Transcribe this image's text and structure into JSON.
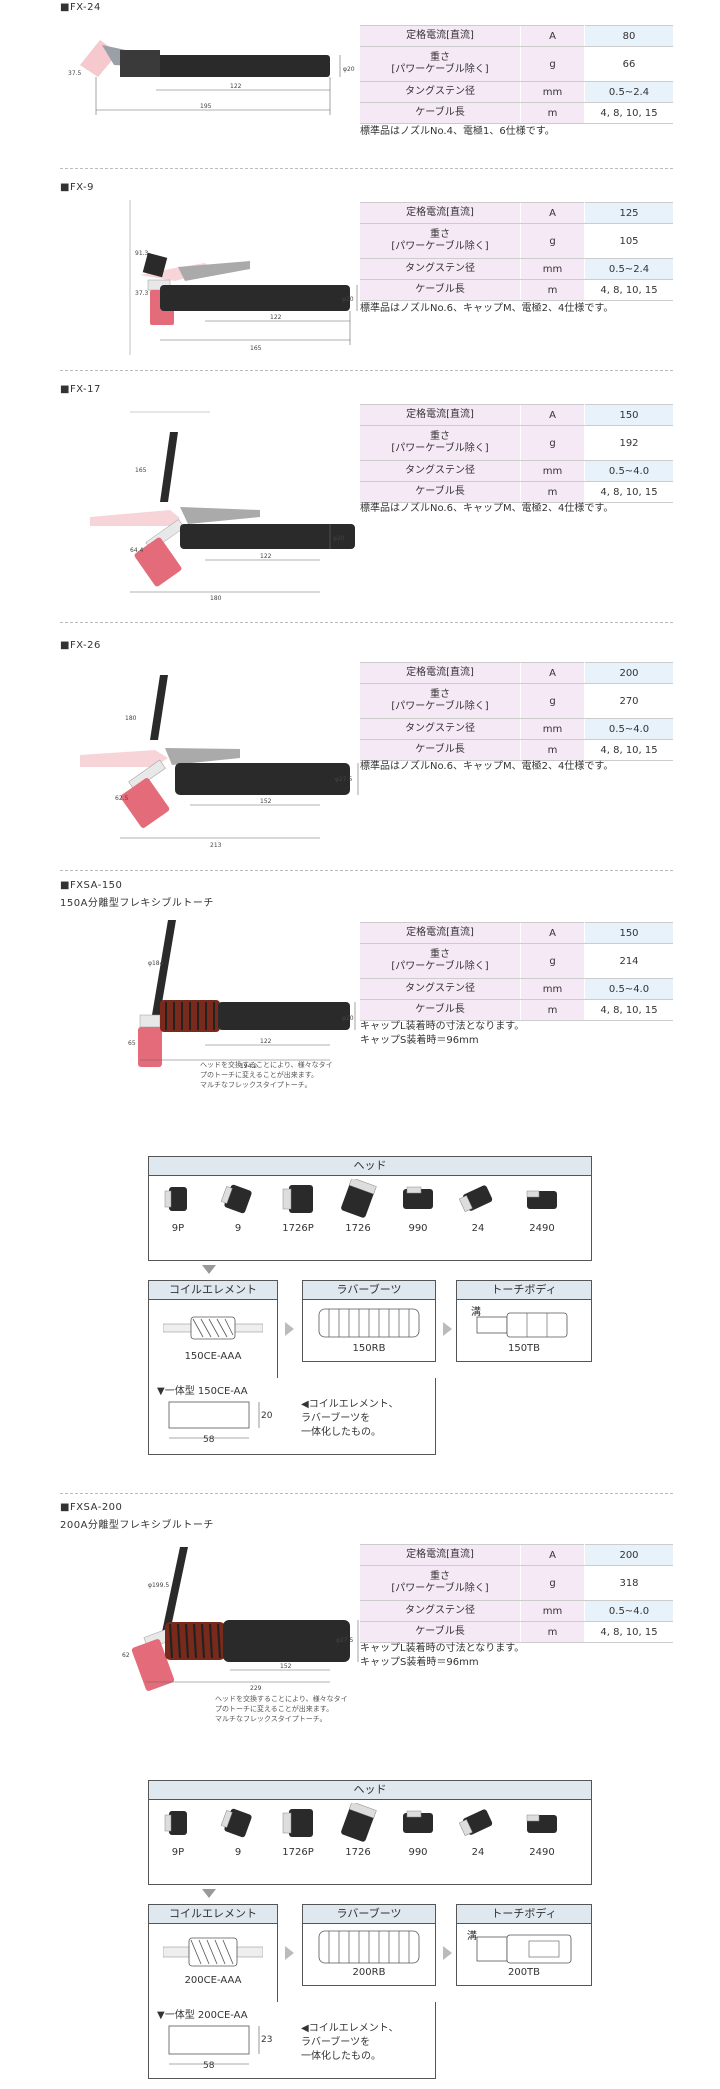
{
  "spec_labels": {
    "current": "定格電流[直流]",
    "weight": "重さ\n[パワーケーブル除く]",
    "tungsten": "タングステン径",
    "cable": "ケーブル長"
  },
  "units": {
    "current": "A",
    "weight": "g",
    "tungsten": "mm",
    "cable": "m"
  },
  "sections": [
    {
      "title": "■FX-24",
      "subtitle": "",
      "current": "80",
      "weight": "66",
      "tungsten": "0.5~2.4",
      "cable": "4, 8, 10, 15",
      "notes": [
        "標準品はノズルNo.4、電極1、6仕様です。"
      ],
      "dims": [
        "122",
        "195",
        "φ20",
        "37.5"
      ]
    },
    {
      "title": "■FX-9",
      "subtitle": "",
      "current": "125",
      "weight": "105",
      "tungsten": "0.5~2.4",
      "cable": "4, 8, 10, 15",
      "notes": [
        "標準品はノズルNo.6、キャップM、電極2、4仕様です。"
      ],
      "dims": [
        "122",
        "165",
        "φ20",
        "91.3",
        "37.3"
      ]
    },
    {
      "title": "■FX-17",
      "subtitle": "",
      "current": "150",
      "weight": "192",
      "tungsten": "0.5~4.0",
      "cable": "4, 8, 10, 15",
      "notes": [
        "標準品はノズルNo.6、キャップM、電極2、4仕様です。"
      ],
      "dims": [
        "122",
        "180",
        "φ20",
        "165",
        "64.4"
      ]
    },
    {
      "title": "■FX-26",
      "subtitle": "",
      "current": "200",
      "weight": "270",
      "tungsten": "0.5~4.0",
      "cable": "4, 8, 10, 15",
      "notes": [
        "標準品はノズルNo.6、キャップM、電極2、4仕様です。"
      ],
      "dims": [
        "152",
        "213",
        "φ27.5",
        "180",
        "62.5"
      ]
    },
    {
      "title": "■FXSA-150",
      "subtitle": "150A分離型フレキシブルトーチ",
      "current": "150",
      "weight": "214",
      "tungsten": "0.5~4.0",
      "cable": "4, 8, 10, 15",
      "notes": [
        "キャップL装着時の寸法となります。",
        "キャップS装着時＝96mm"
      ],
      "dims": [
        "122",
        "194.2",
        "φ20",
        "φ184",
        "65"
      ],
      "caption": [
        "ヘッドを交換することにより、様々なタイ",
        "プのトーチに変えることが出来ます。",
        "マルチなフレックスタイプトーチ。"
      ]
    },
    {
      "title": "■FXSA-200",
      "subtitle": "200A分離型フレキシブルトーチ",
      "current": "200",
      "weight": "318",
      "tungsten": "0.5~4.0",
      "cable": "4, 8, 10, 15",
      "notes": [
        "キャップL装着時の寸法となります。",
        "キャップS装着時＝96mm"
      ],
      "dims": [
        "152",
        "229",
        "φ27.5",
        "φ199.5",
        "62"
      ],
      "caption": [
        "ヘッドを交換することにより、様々なタイ",
        "プのトーチに変えることが出来ます。",
        "マルチなフレックスタイプトーチ。"
      ]
    }
  ],
  "component_diagrams": [
    {
      "head_title": "ヘッド",
      "heads": [
        "9P",
        "9",
        "1726P",
        "1726",
        "990",
        "24",
        "2490"
      ],
      "coil_title": "コイルエレメント",
      "coil_part": "150CE-AAA",
      "boot_title": "ラバーブーツ",
      "boot_part": "150RB",
      "body_title": "トーチボディ",
      "body_part": "150TB",
      "body_groove": "溝",
      "integrated_label": "▼一体型 150CE-AA",
      "integrated_dim_w": "58",
      "integrated_dim_h": "20",
      "integrated_note": [
        "◀コイルエレメント、",
        "ラバーブーツを",
        "一体化したもの。"
      ]
    },
    {
      "head_title": "ヘッド",
      "heads": [
        "9P",
        "9",
        "1726P",
        "1726",
        "990",
        "24",
        "2490"
      ],
      "coil_title": "コイルエレメント",
      "coil_part": "200CE-AAA",
      "boot_title": "ラバーブーツ",
      "boot_part": "200RB",
      "body_title": "トーチボディ",
      "body_part": "200TB",
      "body_groove": "溝",
      "integrated_label": "▼一体型 200CE-AA",
      "integrated_dim_w": "58",
      "integrated_dim_h": "23",
      "integrated_note": [
        "◀コイルエレメント、",
        "ラバーブーツを",
        "一体化したもの。"
      ]
    }
  ]
}
